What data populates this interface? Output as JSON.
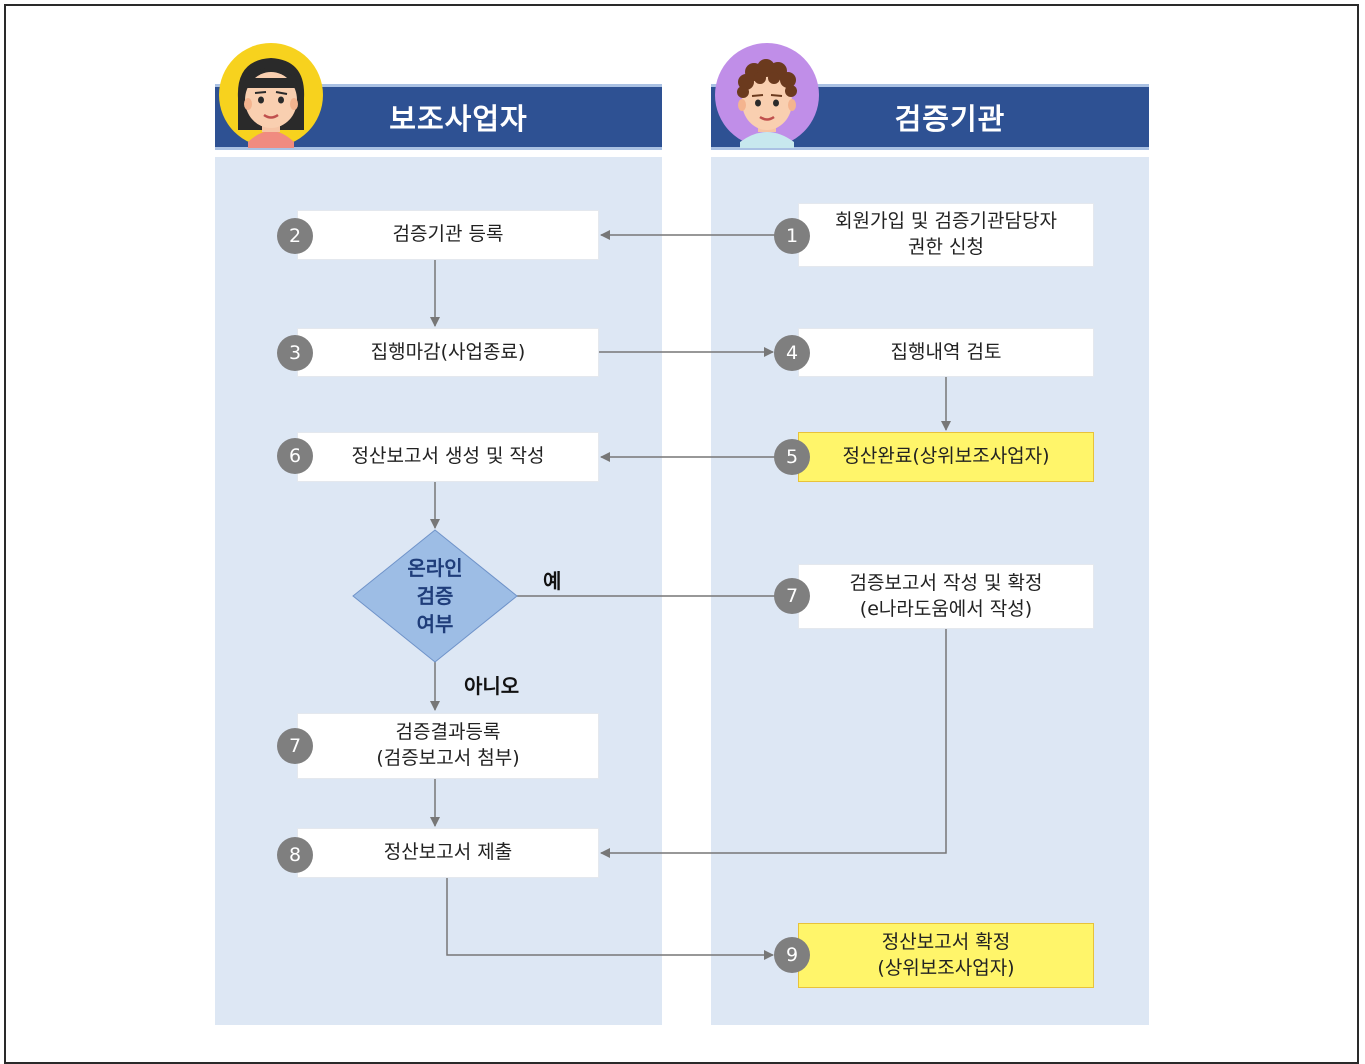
{
  "lanes": {
    "left": {
      "title": "보조사업자"
    },
    "right": {
      "title": "검증기관"
    }
  },
  "steps": {
    "s1": {
      "number": "1",
      "text": "회원가입 및 검증기관담당자\n권한 신청"
    },
    "s2": {
      "number": "2",
      "text": "검증기관 등록"
    },
    "s3": {
      "number": "3",
      "text": "집행마감(사업종료)"
    },
    "s4": {
      "number": "4",
      "text": "집행내역 검토"
    },
    "s5": {
      "number": "5",
      "text": "정산완료(상위보조사업자)"
    },
    "s6": {
      "number": "6",
      "text": "정산보고서 생성 및 작성"
    },
    "s7r": {
      "number": "7",
      "text": "검증보고서 작성 및 확정\n(e나라도움에서 작성)"
    },
    "s7l": {
      "number": "7",
      "text": "검증결과등록\n(검증보고서 첨부)"
    },
    "s8": {
      "number": "8",
      "text": "정산보고서 제출"
    },
    "s9": {
      "number": "9",
      "text": "정산보고서 확정\n(상위보조사업자)"
    }
  },
  "decision": {
    "line1": "온라인",
    "line2": "검증",
    "line3": "여부",
    "yes": "예",
    "no": "아니오"
  },
  "colors": {
    "header": "#2e5193",
    "lane_bg": "#dde7f4",
    "highlight": "#fff56a",
    "badge": "#7f7f7f",
    "diamond": "#9dbde5",
    "arrow": "#777777"
  }
}
